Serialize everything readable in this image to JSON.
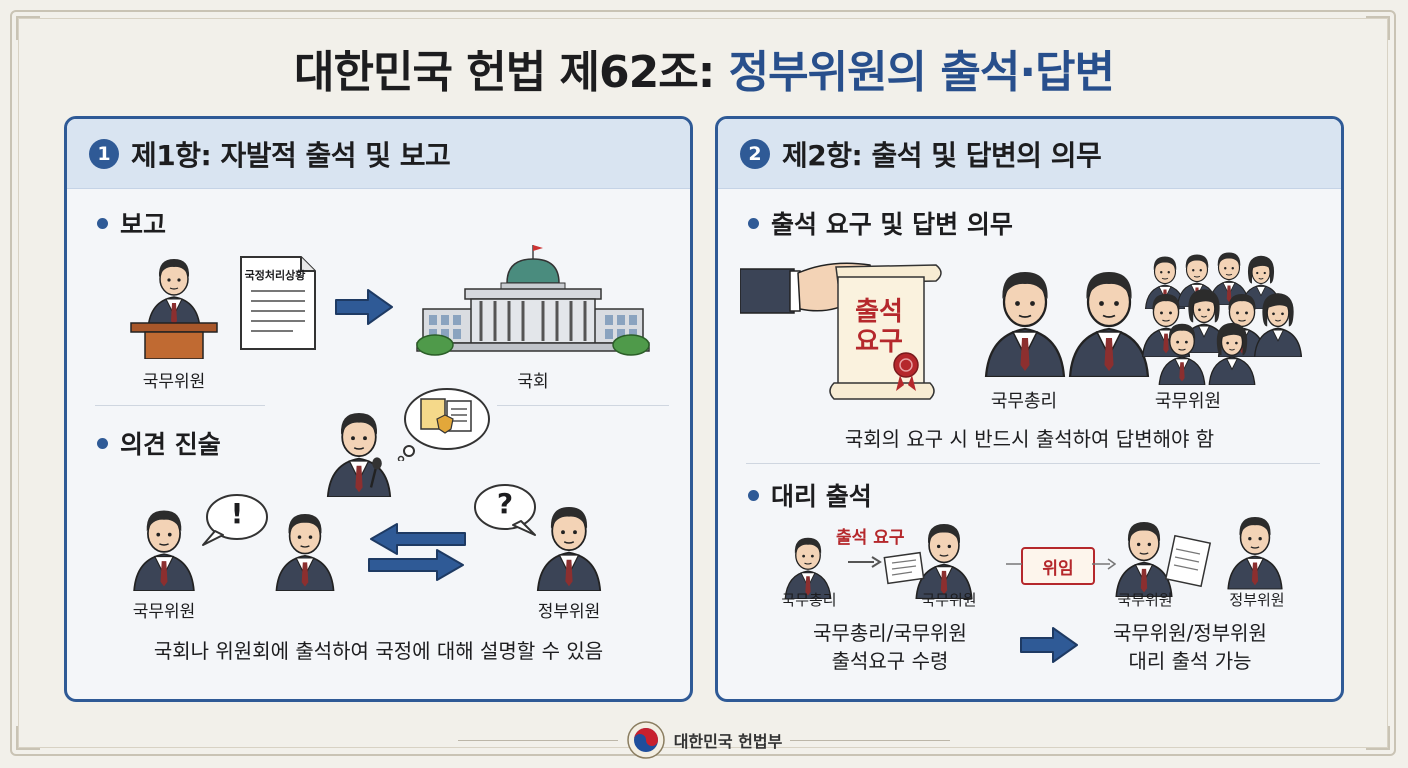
{
  "title": {
    "main": "대한민국 헌법 제62조:",
    "highlight": "정부위원의 출석·답변"
  },
  "left_panel": {
    "number": "1",
    "heading": "제1항: 자발적 출석 및 보고",
    "report": {
      "label": "보고",
      "minister_label": "국무위원",
      "document_title": "국정처리상황",
      "assembly_label": "국회"
    },
    "opinion": {
      "label": "의견 진술",
      "minister_label": "국무위원",
      "official_label": "정부위원",
      "exclaim": "!",
      "question": "?",
      "caption": "국회나 위원회에 출석하여 국정에 대해 설명할 수 있음"
    }
  },
  "right_panel": {
    "number": "2",
    "heading": "제2항: 출석 및 답변의 의무",
    "duty": {
      "label": "출석 요구 및 답변 의무",
      "scroll_line1": "출석",
      "scroll_line2": "요구",
      "pm_label": "국무총리",
      "minister_label": "국무위원",
      "caption": "국회의 요구 시 반드시 출석하여 답변해야 함"
    },
    "proxy": {
      "label": "대리 출석",
      "request_label": "출석 요구",
      "pm_label": "국무총리",
      "minister_label": "국무위원",
      "delegate_label": "위임",
      "minister_label2": "국무위원",
      "official_label": "정부위원",
      "caption_left_1": "국무총리/국무위원",
      "caption_left_2": "출석요구 수령",
      "caption_right_1": "국무위원/정부위원",
      "caption_right_2": "대리 출석 가능"
    }
  },
  "footer": {
    "text": "대한민국 헌법부"
  },
  "colors": {
    "accent": "#2f5a96",
    "panel_head": "#d9e4f1",
    "stamp": "#b5282c"
  }
}
